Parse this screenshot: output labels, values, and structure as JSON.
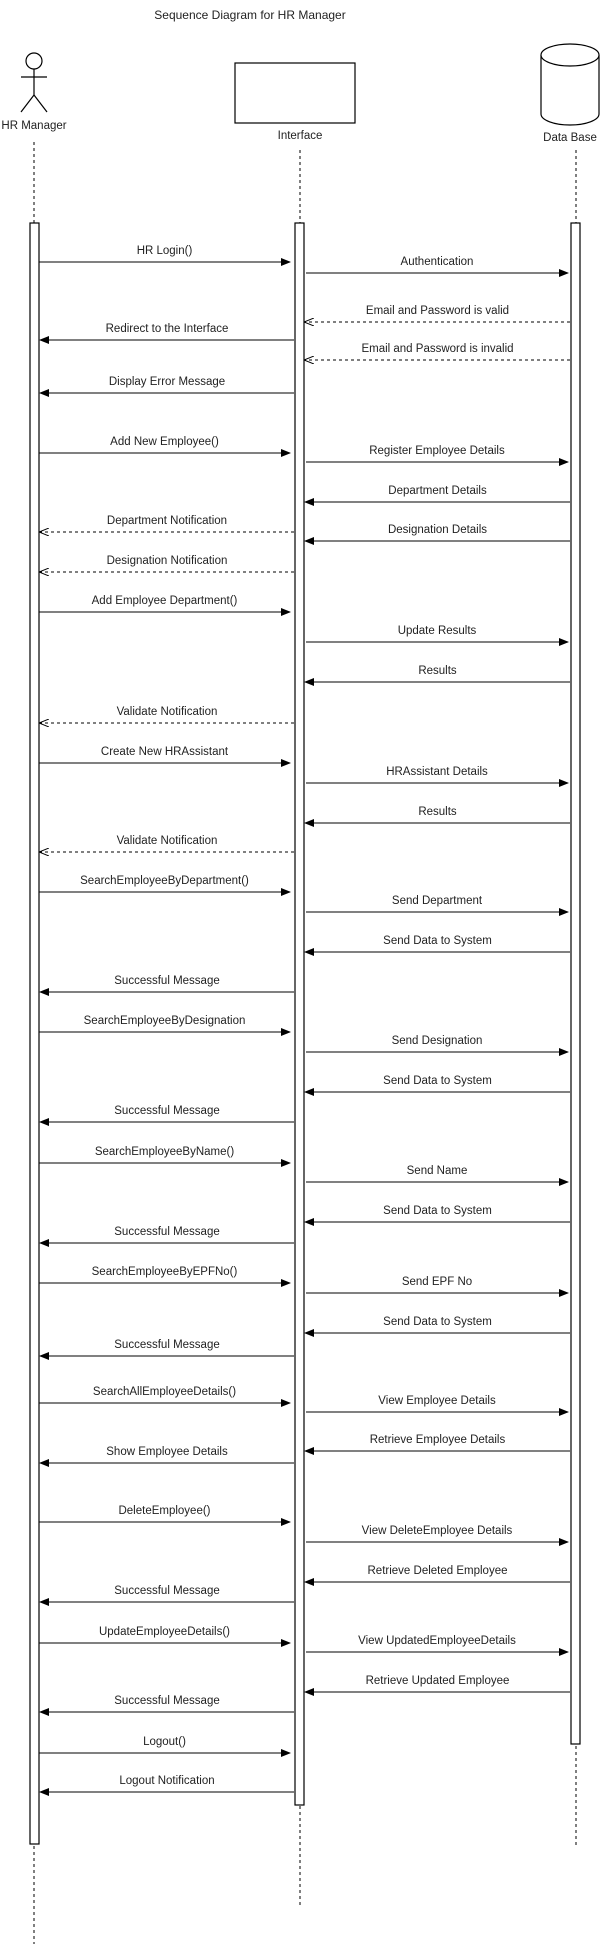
{
  "title": "Sequence Diagram for HR Manager",
  "participants": {
    "hr_manager": "HR Manager",
    "interface": "Interface",
    "database": "Data Base"
  },
  "colors": {
    "line": "#000000",
    "text": "#222222",
    "background": "#ffffff"
  },
  "messages": [
    {
      "label": "HR Login()",
      "from": "hr_manager",
      "to": "interface",
      "style": "solid"
    },
    {
      "label": "Authentication",
      "from": "interface",
      "to": "database",
      "style": "solid"
    },
    {
      "label": "Email and Password is valid",
      "from": "database",
      "to": "interface",
      "style": "dashed"
    },
    {
      "label": "Redirect to the Interface",
      "from": "interface",
      "to": "hr_manager",
      "style": "solid"
    },
    {
      "label": "Email and Password is invalid",
      "from": "database",
      "to": "interface",
      "style": "dashed"
    },
    {
      "label": "Display Error Message",
      "from": "interface",
      "to": "hr_manager",
      "style": "solid"
    },
    {
      "label": "Add New Employee()",
      "from": "hr_manager",
      "to": "interface",
      "style": "solid"
    },
    {
      "label": "Register Employee Details",
      "from": "interface",
      "to": "database",
      "style": "solid"
    },
    {
      "label": "Department Details",
      "from": "database",
      "to": "interface",
      "style": "solid"
    },
    {
      "label": "Department Notification",
      "from": "interface",
      "to": "hr_manager",
      "style": "dashed"
    },
    {
      "label": "Designation Details",
      "from": "database",
      "to": "interface",
      "style": "solid"
    },
    {
      "label": "Designation Notification",
      "from": "interface",
      "to": "hr_manager",
      "style": "dashed"
    },
    {
      "label": "Add Employee Department()",
      "from": "hr_manager",
      "to": "interface",
      "style": "solid"
    },
    {
      "label": "Update Results",
      "from": "interface",
      "to": "database",
      "style": "solid"
    },
    {
      "label": "Results",
      "from": "database",
      "to": "interface",
      "style": "solid"
    },
    {
      "label": "Validate Notification",
      "from": "interface",
      "to": "hr_manager",
      "style": "dashed"
    },
    {
      "label": "Create New HRAssistant",
      "from": "hr_manager",
      "to": "interface",
      "style": "solid"
    },
    {
      "label": "HRAssistant Details",
      "from": "interface",
      "to": "database",
      "style": "solid"
    },
    {
      "label": "Results",
      "from": "database",
      "to": "interface",
      "style": "solid"
    },
    {
      "label": "Validate Notification",
      "from": "interface",
      "to": "hr_manager",
      "style": "dashed"
    },
    {
      "label": "SearchEmployeeByDepartment()",
      "from": "hr_manager",
      "to": "interface",
      "style": "solid"
    },
    {
      "label": "Send Department",
      "from": "interface",
      "to": "database",
      "style": "solid"
    },
    {
      "label": "Send Data to System",
      "from": "database",
      "to": "interface",
      "style": "solid"
    },
    {
      "label": "Successful Message",
      "from": "interface",
      "to": "hr_manager",
      "style": "solid"
    },
    {
      "label": "SearchEmployeeByDesignation",
      "from": "hr_manager",
      "to": "interface",
      "style": "solid"
    },
    {
      "label": "Send Designation",
      "from": "interface",
      "to": "database",
      "style": "solid"
    },
    {
      "label": "Send Data to System",
      "from": "database",
      "to": "interface",
      "style": "solid"
    },
    {
      "label": "Successful Message",
      "from": "interface",
      "to": "hr_manager",
      "style": "solid"
    },
    {
      "label": "SearchEmployeeByName()",
      "from": "hr_manager",
      "to": "interface",
      "style": "solid"
    },
    {
      "label": "Send Name",
      "from": "interface",
      "to": "database",
      "style": "solid"
    },
    {
      "label": "Send Data to System",
      "from": "database",
      "to": "interface",
      "style": "solid"
    },
    {
      "label": "Successful Message",
      "from": "interface",
      "to": "hr_manager",
      "style": "solid"
    },
    {
      "label": "SearchEmployeeByEPFNo()",
      "from": "hr_manager",
      "to": "interface",
      "style": "solid"
    },
    {
      "label": "Send EPF No",
      "from": "interface",
      "to": "database",
      "style": "solid"
    },
    {
      "label": "Send Data to System",
      "from": "database",
      "to": "interface",
      "style": "solid"
    },
    {
      "label": "Successful Message",
      "from": "interface",
      "to": "hr_manager",
      "style": "solid"
    },
    {
      "label": "SearchAllEmployeeDetails()",
      "from": "hr_manager",
      "to": "interface",
      "style": "solid"
    },
    {
      "label": "View Employee Details",
      "from": "interface",
      "to": "database",
      "style": "solid"
    },
    {
      "label": "Retrieve Employee Details",
      "from": "database",
      "to": "interface",
      "style": "solid"
    },
    {
      "label": "Show Employee Details",
      "from": "interface",
      "to": "hr_manager",
      "style": "solid"
    },
    {
      "label": "DeleteEmployee()",
      "from": "hr_manager",
      "to": "interface",
      "style": "solid"
    },
    {
      "label": "View DeleteEmployee Details",
      "from": "interface",
      "to": "database",
      "style": "solid"
    },
    {
      "label": "Retrieve Deleted  Employee",
      "from": "database",
      "to": "interface",
      "style": "solid"
    },
    {
      "label": "Successful Message",
      "from": "interface",
      "to": "hr_manager",
      "style": "solid"
    },
    {
      "label": "UpdateEmployeeDetails()",
      "from": "hr_manager",
      "to": "interface",
      "style": "solid"
    },
    {
      "label": "View UpdatedEmployeeDetails",
      "from": "interface",
      "to": "database",
      "style": "solid"
    },
    {
      "label": "Retrieve Updated Employee",
      "from": "database",
      "to": "interface",
      "style": "solid"
    },
    {
      "label": "Successful Message",
      "from": "interface",
      "to": "hr_manager",
      "style": "solid"
    },
    {
      "label": "Logout()",
      "from": "hr_manager",
      "to": "interface",
      "style": "solid"
    },
    {
      "label": "Logout Notification",
      "from": "interface",
      "to": "hr_manager",
      "style": "solid"
    }
  ]
}
